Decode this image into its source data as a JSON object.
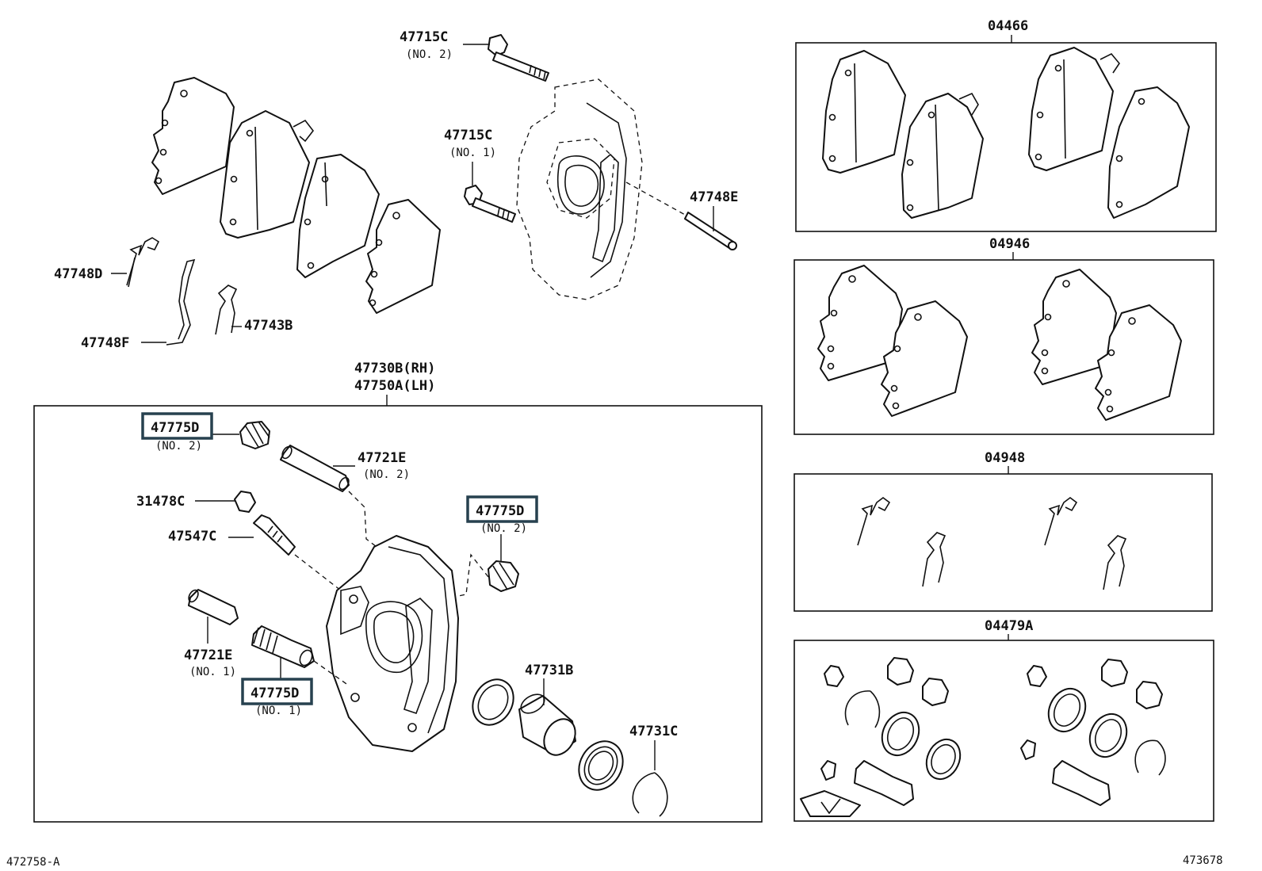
{
  "labels": {
    "top_bolt_no2": "47715C",
    "top_bolt_no2_sub": "(NO. 2)",
    "bolt_no1": "47715C",
    "bolt_no1_sub": "(NO. 1)",
    "pin_47748E": "47748E",
    "clip_47748D": "47748D",
    "spring_47748F": "47748F",
    "spring_47743B": "47743B",
    "caliper_rh": "47730B(RH)",
    "caliper_lh": "47750A(LH)",
    "boot_top": "47775D",
    "boot_top_sub": "(NO. 2)",
    "pin_no2": "47721E",
    "pin_no2_sub": "(NO. 2)",
    "cap_31478C": "31478C",
    "bleeder_47547C": "47547C",
    "boot_right": "47775D",
    "boot_right_sub": "(NO. 2)",
    "pin_no1": "47721E",
    "pin_no1_sub": "(NO. 1)",
    "boot_bottom": "47775D",
    "boot_bottom_sub": "(NO. 1)",
    "piston_47731B": "47731B",
    "ring_47731C": "47731C",
    "kit_04466": "04466",
    "kit_04946": "04946",
    "kit_04948": "04948",
    "kit_04479A": "04479A",
    "footer_left": "472758-A",
    "footer_right": "473678"
  },
  "highlight_color": "#27414f"
}
